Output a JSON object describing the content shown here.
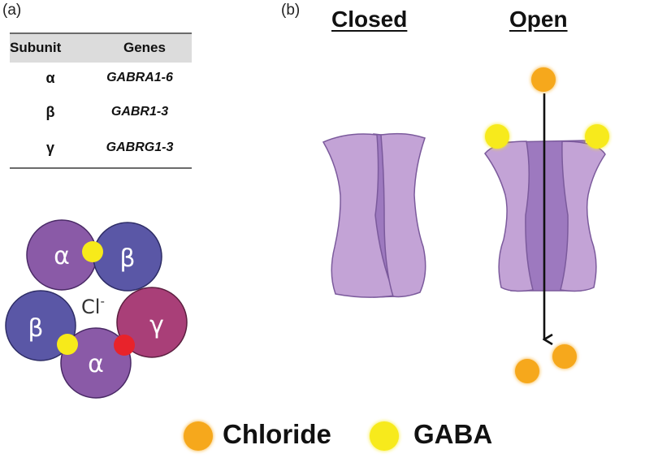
{
  "panel_labels": {
    "a": "(a)",
    "b": "(b)"
  },
  "table": {
    "headers": [
      "Subunit",
      "Genes"
    ],
    "rows": [
      {
        "subunit": "α",
        "genes": "GABRA1-6"
      },
      {
        "subunit": "β",
        "genes": "GABR1-3"
      },
      {
        "subunit": "γ",
        "genes": "GABRG1-3"
      }
    ]
  },
  "receptor": {
    "pore_label": "Cl",
    "pore_label_superscript": "-",
    "subunits": [
      "α",
      "β",
      "β",
      "γ",
      "α"
    ]
  },
  "states": {
    "closed": "Closed",
    "open": "Open"
  },
  "legend": {
    "chloride": "Chloride",
    "gaba": "GABA"
  },
  "colors": {
    "channel_fill": "#c3a3d6",
    "channel_dark": "#9d79bf",
    "chloride": "#f6a81c",
    "gaba": "#f7ea1a",
    "alpha": "#8a5aa7",
    "beta": "#5a57a6",
    "gamma": "#a93f78",
    "red_site": "#e8232b"
  }
}
